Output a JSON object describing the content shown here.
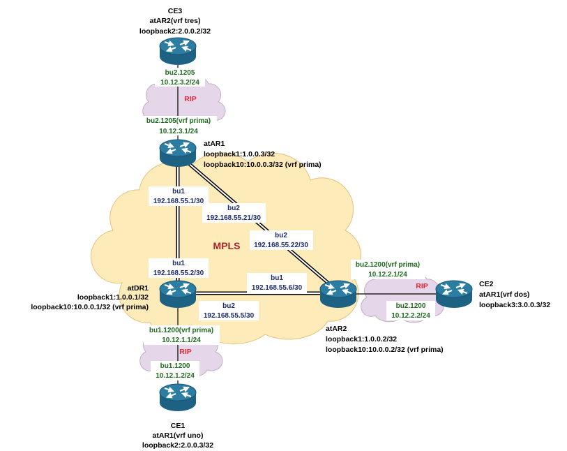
{
  "colors": {
    "mpls_cloud": "#fdebb9",
    "mpls_cloud_border": "#e3c27d",
    "rip_cloud": "#e6d6ea",
    "rip_cloud_border": "#bfb0c4",
    "router": "#1d6283",
    "router_top": "#2b7da2",
    "iface_green": "#1e6b1e",
    "iface_navy": "#1c2a6e",
    "mpls_label": "#a3262b",
    "rip_label": "#e02b35"
  },
  "clouds": {
    "mpls": "MPLS",
    "rip_ce3": "RIP",
    "rip_ce2": "RIP",
    "rip_ce1": "RIP"
  },
  "nodes": {
    "ce3": {
      "name": "CE3",
      "lines": [
        "atAR2(vrf tres)",
        "loopback2:2.0.0.2/32"
      ],
      "icon": "router-icon"
    },
    "atar1": {
      "name": "atAR1",
      "lines": [
        "loopback1:1.0.0.3/32",
        "loopback10:10.0.0.3/32 (vrf prima)"
      ],
      "icon": "router-icon"
    },
    "atdr1": {
      "name": "atDR1",
      "lines": [
        "loopback1:1.0.0.1/32",
        "loopback10:10.0.0.1/32 (vrf prima)"
      ],
      "icon": "router-icon"
    },
    "atar2": {
      "name": "atAR2",
      "lines": [
        "loopback1:1.0.0.2/32",
        "loopback10:10.0.0.2/32 (vrf prima)"
      ],
      "icon": "router-icon"
    },
    "ce2": {
      "name": "CE2",
      "lines": [
        "atAR1(vrf dos)",
        "loopback3:3.0.0.3/32"
      ],
      "icon": "router-icon"
    },
    "ce1": {
      "name": "CE1",
      "lines": [
        "atAR1(vrf uno)",
        "loopback2:2.0.0.3/32"
      ],
      "icon": "router-icon"
    }
  },
  "links": {
    "ce3_atar1": {
      "ce3_side": {
        "iface": "bu2.1205",
        "ip": "10.12.3.2/24"
      },
      "atar1_side": {
        "iface": "bu2.1205(vrf prima)",
        "ip": "10.12.3.1/24"
      }
    },
    "atar1_atdr1": {
      "atar1_side": {
        "iface": "bu1",
        "ip": "192.168.55.1/30"
      },
      "atdr1_side": {
        "iface": "bu1",
        "ip": "192.168.55.2/30"
      }
    },
    "atar1_atar2": {
      "atar1_side": {
        "iface": "bu2",
        "ip": "192.168.55.21/30"
      },
      "atar2_side": {
        "iface": "bu2",
        "ip": "192.168.55.22/30"
      }
    },
    "atdr1_atar2": {
      "atar2_side": {
        "iface": "bu1",
        "ip": "192.168.55.6/30"
      },
      "atdr1_side": {
        "iface": "bu2",
        "ip": "192.168.55.5/30"
      }
    },
    "atar2_ce2": {
      "atar2_side": {
        "iface": "bu2.1200(vrf prima)",
        "ip": "10.12.2.1/24"
      },
      "ce2_side": {
        "iface": "bu2.1200",
        "ip": "10.12.2.2/24"
      }
    },
    "atdr1_ce1": {
      "atdr1_side": {
        "iface": "bu1.1200(vrf prima)",
        "ip": "10.12.1.1/24"
      },
      "ce1_side": {
        "iface": "bu1.1200",
        "ip": "10.12.1.2/24"
      }
    }
  }
}
